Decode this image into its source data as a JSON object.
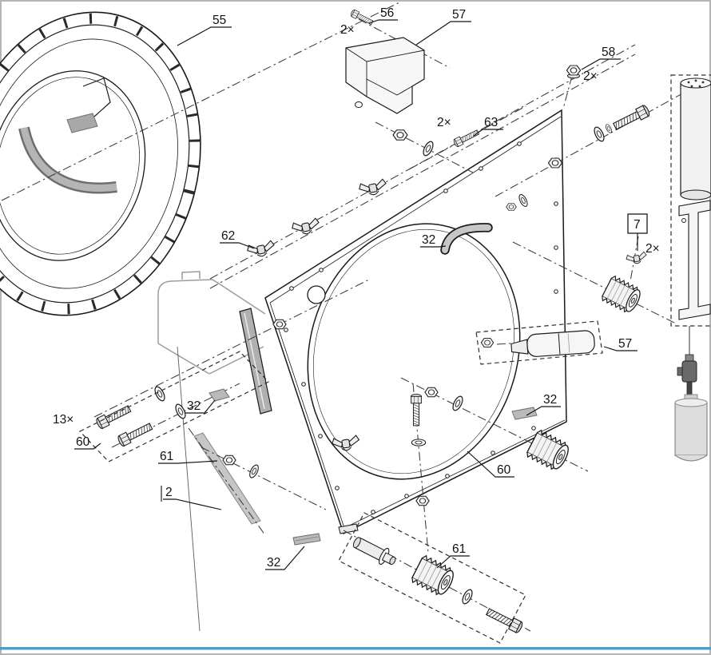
{
  "callouts": {
    "c55": "55",
    "c56": "56",
    "q56": "2×",
    "c57_top": "57",
    "c58": "58",
    "q58": "2×",
    "q63": "2×",
    "c63": "63",
    "c62": "62",
    "c32_hose": "32",
    "c7": "7",
    "q7": "2×",
    "c57_tool": "57",
    "c32_left": "32",
    "q60": "13×",
    "c60_left": "60",
    "c61_left": "61",
    "c2": "2",
    "c32_right": "32",
    "c60_right": "60",
    "c32_bottom": "32",
    "c61_bottom": "61"
  },
  "colors": {
    "outline": "#1a1a1a",
    "centerline": "#3a3a3a",
    "part_gray": "#b9b9b9",
    "bottom_bar": "#4aa0c9",
    "page_border": "#b5b5b5",
    "background": "#ffffff"
  }
}
